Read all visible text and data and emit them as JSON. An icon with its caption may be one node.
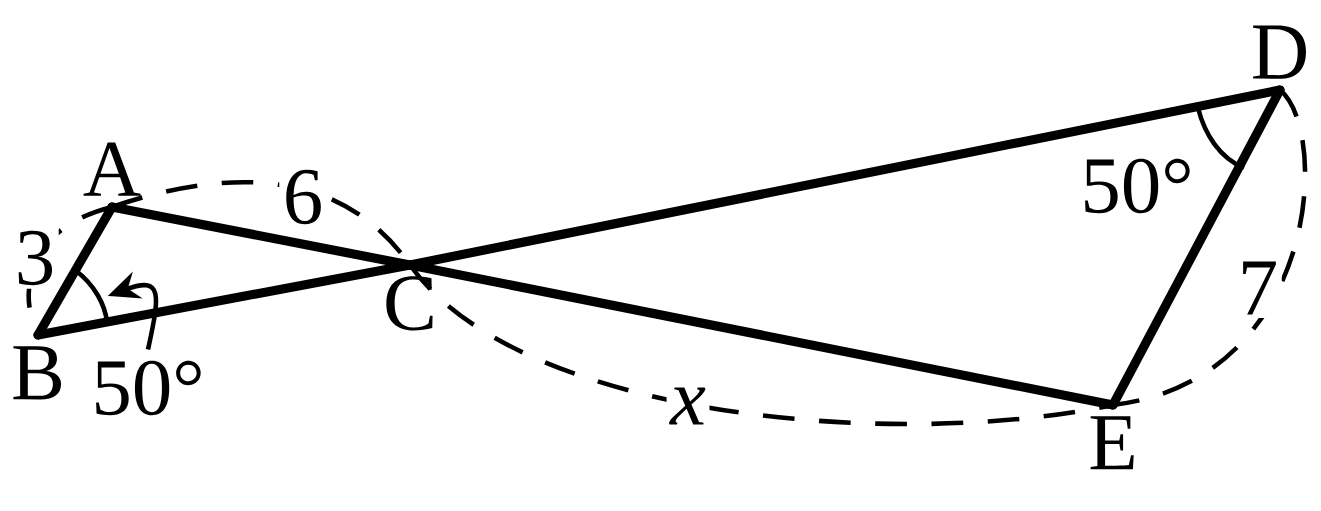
{
  "diagram": {
    "nodes": [
      {
        "text": [
          "A"
        ]
      },
      {
        "text": [
          "B"
        ]
      },
      {
        "text": [
          "C"
        ]
      },
      {
        "text": [
          "D"
        ]
      },
      {
        "text": [
          "E"
        ]
      },
      {
        "text": [
          "50°"
        ]
      },
      {
        "text": [],
        "shape": "arc"
      }
    ],
    "edges": [
      {
        "from": 0,
        "to": 1,
        "arrow": "none"
      },
      {
        "from": 0,
        "to": 2,
        "arrow": "none"
      },
      {
        "from": 2,
        "to": 4,
        "arrow": "none"
      },
      {
        "from": 1,
        "to": 2,
        "arrow": "none"
      },
      {
        "from": 2,
        "to": 3,
        "arrow": "none"
      },
      {
        "from": 3,
        "to": 4,
        "arrow": "none"
      },
      {
        "from": 5,
        "to": 6,
        "arrow": "to"
      }
    ],
    "labels": [
      "3",
      "6",
      "50°",
      "7",
      "x"
    ]
  }
}
